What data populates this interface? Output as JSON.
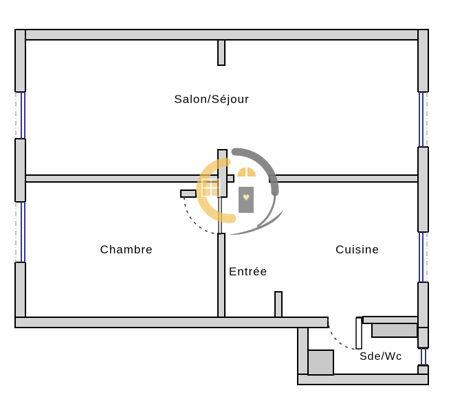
{
  "plan": {
    "type": "apartment-floor-plan",
    "rooms": [
      {
        "id": "salon",
        "label": "Salon/Séjour"
      },
      {
        "id": "chambre",
        "label": "Chambre"
      },
      {
        "id": "entree",
        "label": "Entrée"
      },
      {
        "id": "cuisine",
        "label": "Cuisine"
      },
      {
        "id": "sdewc",
        "label": "Sde/Wc"
      }
    ],
    "features": {
      "windows_count": 5,
      "door_arcs_count": 2,
      "fixtures": [
        "shower-tray",
        "closet-cabinet"
      ]
    },
    "watermark": {
      "name": "agency-heart-logo",
      "parts": [
        "yellow-arc",
        "gray-arc",
        "door",
        "heart",
        "fanlight",
        "window-grid"
      ]
    },
    "colors": {
      "wall_fill": "#d4d4d4",
      "wall_outline": "#000000",
      "furniture_fill": "#c9c9c9",
      "window_blue": "#34349b",
      "axis_dash_gray": "#adadad",
      "door_arc": "#333333",
      "logo_yellow": "#f1c35c",
      "logo_gray": "#7b7b7b",
      "logo_door_gray": "#8a8a8a",
      "logo_heart": "#f3e5b0",
      "label_color": "#000000"
    }
  }
}
